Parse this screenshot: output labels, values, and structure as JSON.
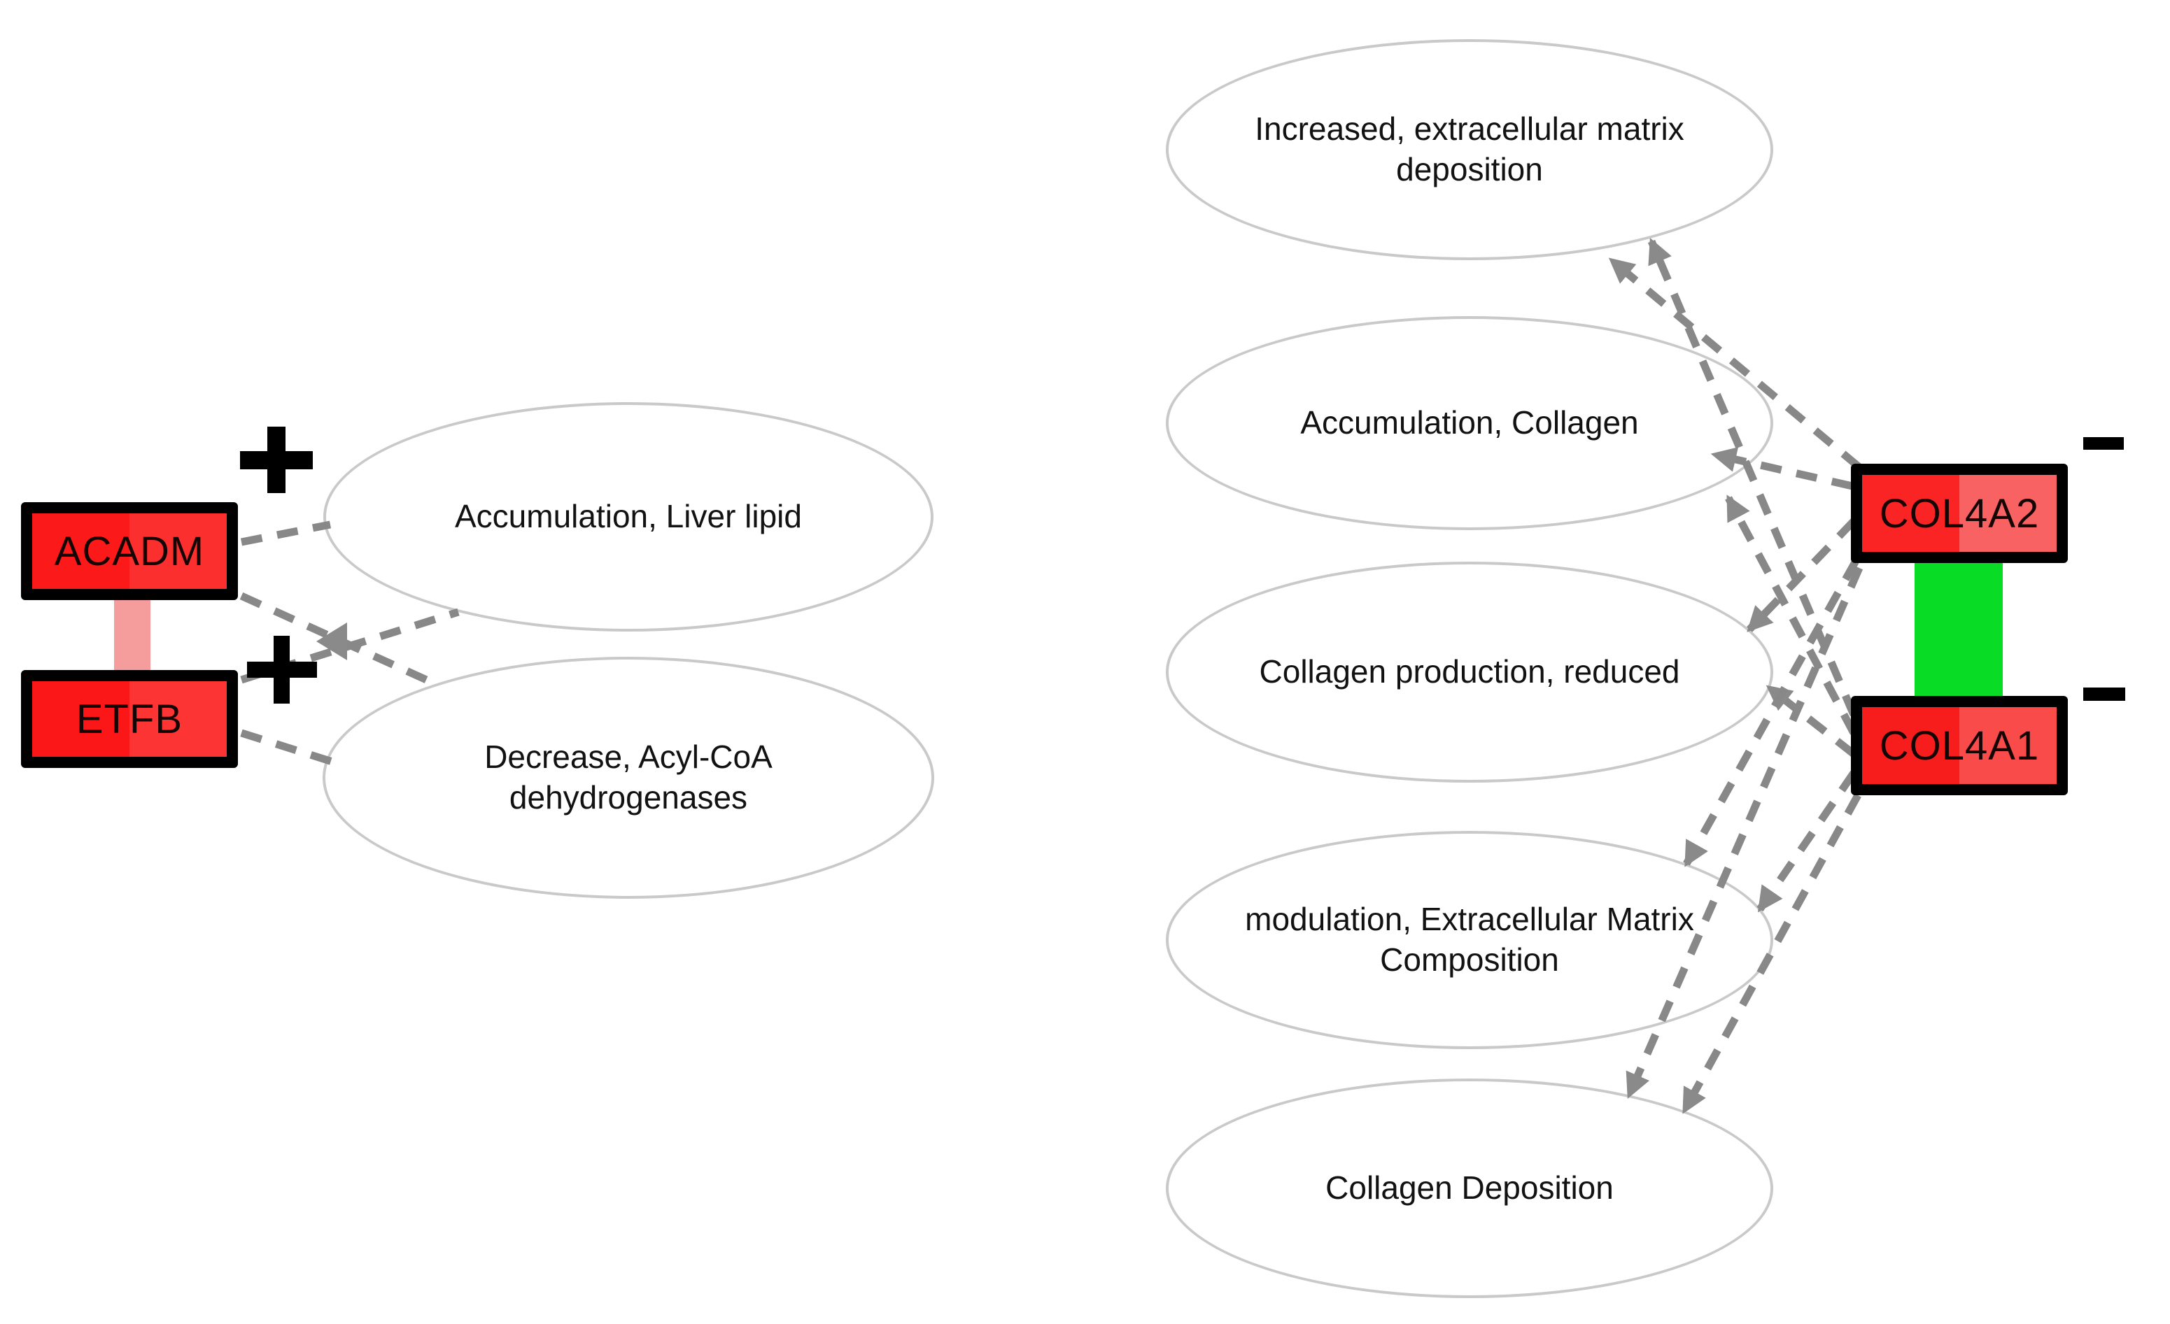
{
  "diagram_type": "gene-function network (pathway analysis style)",
  "colors": {
    "background": "#ffffff",
    "gene_node_fill": "#fb1e1e",
    "gene_node_fill_light_half": "#fa5555",
    "gene_node_border": "#000000",
    "function_ellipse_border": "#c9c9c9",
    "dashed_edge": "#888888",
    "left_gene_gene_connector": "#f59c9c",
    "right_gene_gene_connector": "#08dc24",
    "sign_color": "#000000"
  },
  "left_module": {
    "genes": [
      {
        "label": "ACADM",
        "sign": "+"
      },
      {
        "label": "ETFB",
        "sign": "+"
      }
    ],
    "gene_gene_edge": {
      "between": [
        "ACADM",
        "ETFB"
      ],
      "style": "solid",
      "color": "#f59c9c"
    },
    "functions": [
      {
        "label": "Accumulation, Liver lipid"
      },
      {
        "label": "Decrease, Acyl-CoA\ndehydrogenases"
      }
    ],
    "dashed_edges": [
      {
        "from": "ACADM",
        "to": "Accumulation, Liver lipid"
      },
      {
        "from": "ACADM",
        "to": "Decrease, Acyl-CoA dehydrogenases"
      },
      {
        "from": "ETFB",
        "to": "Accumulation, Liver lipid"
      },
      {
        "from": "ETFB",
        "to": "Decrease, Acyl-CoA dehydrogenases"
      }
    ]
  },
  "right_module": {
    "genes": [
      {
        "label": "COL4A2",
        "sign": "−"
      },
      {
        "label": "COL4A1",
        "sign": "−"
      }
    ],
    "gene_gene_edge": {
      "between": [
        "COL4A2",
        "COL4A1"
      ],
      "style": "solid",
      "color": "#08dc24"
    },
    "functions": [
      {
        "label": "Increased, extracellular matrix\ndeposition"
      },
      {
        "label": "Accumulation, Collagen"
      },
      {
        "label": "Collagen production, reduced"
      },
      {
        "label": "modulation, Extracellular Matrix\nComposition"
      },
      {
        "label": "Collagen Deposition"
      }
    ],
    "dashed_edges": [
      {
        "from": "COL4A2",
        "to": "Increased, extracellular matrix deposition"
      },
      {
        "from": "COL4A2",
        "to": "Accumulation, Collagen"
      },
      {
        "from": "COL4A2",
        "to": "Collagen production, reduced"
      },
      {
        "from": "COL4A2",
        "to": "modulation, Extracellular Matrix Composition"
      },
      {
        "from": "COL4A2",
        "to": "Collagen Deposition"
      },
      {
        "from": "COL4A1",
        "to": "Increased, extracellular matrix deposition"
      },
      {
        "from": "COL4A1",
        "to": "Accumulation, Collagen"
      },
      {
        "from": "COL4A1",
        "to": "Collagen production, reduced"
      },
      {
        "from": "COL4A1",
        "to": "modulation, Extracellular Matrix Composition"
      },
      {
        "from": "COL4A1",
        "to": "Collagen Deposition"
      }
    ]
  }
}
